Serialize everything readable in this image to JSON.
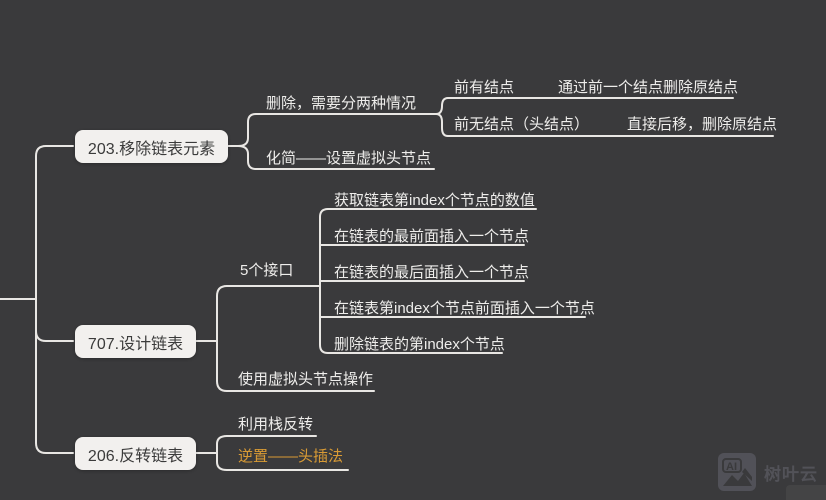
{
  "colors": {
    "background": "#3a3a3c",
    "wire": "#e9e7e4",
    "node_fill": "#f2f0ee",
    "node_text": "#3b3b3b",
    "branch_text": "#eeedeb",
    "accent_orange": "#d99b35",
    "watermark_gray": "#54545a"
  },
  "mindmap": {
    "root_nodes": [
      {
        "label": "203.移除链表元素",
        "children": [
          {
            "label": "删除，需要分两种情况",
            "children": [
              {
                "label": "前有结点",
                "children": [
                  {
                    "label": "通过前一个结点删除原结点"
                  }
                ]
              },
              {
                "label": "前无结点（头结点）",
                "children": [
                  {
                    "label": "直接后移，删除原结点"
                  }
                ]
              }
            ]
          },
          {
            "label": "化简——设置虚拟头节点"
          }
        ]
      },
      {
        "label": "707.设计链表",
        "children": [
          {
            "label": "5个接口",
            "children": [
              {
                "label": "获取链表第index个节点的数值"
              },
              {
                "label": "在链表的最前面插入一个节点"
              },
              {
                "label": "在链表的最后面插入一个节点"
              },
              {
                "label": "在链表第index个节点前面插入一个节点"
              },
              {
                "label": "删除链表的第index个节点"
              }
            ]
          },
          {
            "label": "使用虚拟头节点操作"
          }
        ]
      },
      {
        "label": "206.反转链表",
        "children": [
          {
            "label": "利用栈反转"
          },
          {
            "label": "逆置——头插法"
          }
        ]
      }
    ]
  },
  "watermark": {
    "icon": "ai-image-icon",
    "brand": "树叶云"
  }
}
